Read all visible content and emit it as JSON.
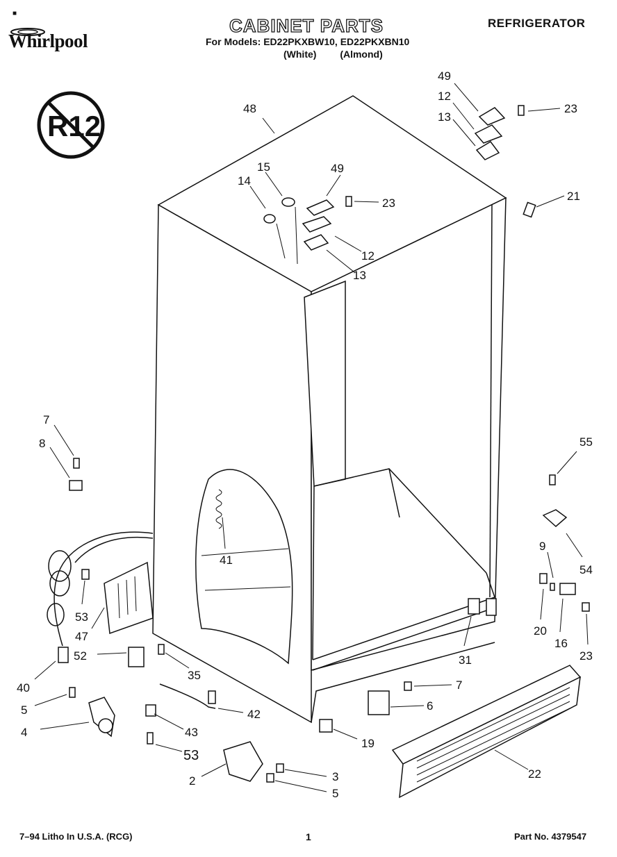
{
  "header": {
    "brand": "Whirlpool",
    "title": "CABINET PARTS",
    "category": "REFRIGERATOR",
    "models_line": "For Models: ED22PKXBW10, ED22PKXBN10",
    "variants_line": "(White) (Almond)"
  },
  "badge": {
    "text": "R12"
  },
  "callouts": {
    "c48": "48",
    "c49a": "49",
    "c12a": "12",
    "c13a": "13",
    "c23a": "23",
    "c15": "15",
    "c14": "14",
    "c49b": "49",
    "c23b": "23",
    "c12b": "12",
    "c13b": "13",
    "c21": "21",
    "c7a": "7",
    "c8": "8",
    "c55": "55",
    "c54": "54",
    "c9": "9",
    "c41": "41",
    "c53a": "53",
    "c47": "47",
    "c52": "52",
    "c35": "35",
    "c40": "40",
    "c20": "20",
    "c16": "16",
    "c23c": "23",
    "c31": "31",
    "c5a": "5",
    "c4": "4",
    "c42": "42",
    "c43": "43",
    "c53b": "53",
    "c7b": "7",
    "c6": "6",
    "c19": "19",
    "c22": "22",
    "c2": "2",
    "c3": "3",
    "c5b": "5"
  },
  "footer": {
    "litho": "7–94 Litho In U.S.A. (RCG)",
    "page": "1",
    "part_no": "Part No. 4379547"
  }
}
